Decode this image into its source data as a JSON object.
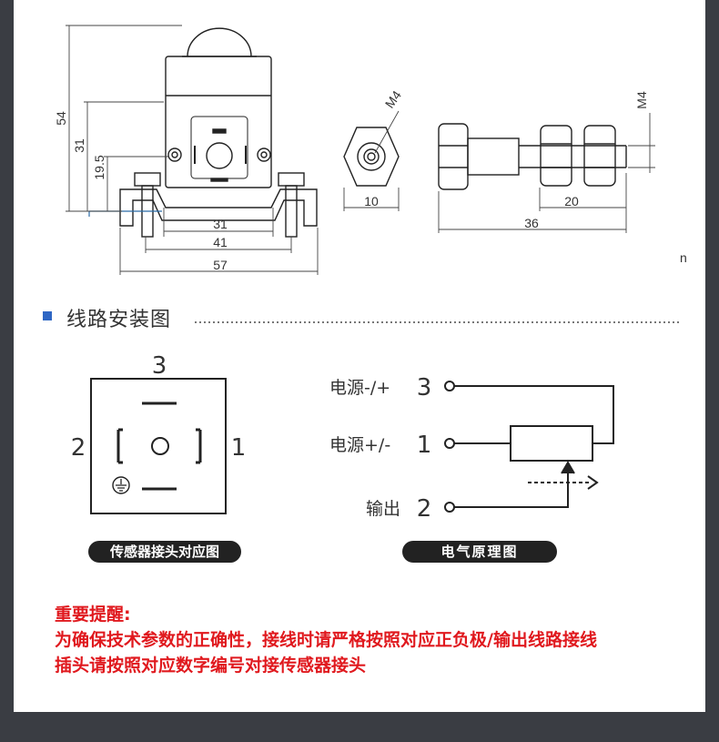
{
  "drawing": {
    "dims": {
      "height_total": "54",
      "height_mid": "31",
      "height_low": "19.5",
      "width_inner": "31",
      "width_mid": "41",
      "width_total": "57",
      "hex_thread": "M4",
      "hex_width": "10",
      "side_thread": "M4",
      "side_thread_len": "20",
      "side_total": "36",
      "stray_mark": "n"
    }
  },
  "section": {
    "title": "线路安装图"
  },
  "connector": {
    "pin_top": "3",
    "pin_left": "2",
    "pin_right": "1",
    "caption": "传感器接头对应图"
  },
  "schematic": {
    "row1_label": "电源-/+",
    "row1_pin": "3",
    "row2_label": "电源+/-",
    "row2_pin": "1",
    "row3_label": "输出",
    "row3_pin": "2",
    "caption": "电气原理图"
  },
  "notice": {
    "line1": "重要提醒:",
    "line2": "为确保技术参数的正确性，接线时请严格按照对应正负极/输出线路接线",
    "line3": "插头请按照对应数字编号对接传感器接头"
  }
}
